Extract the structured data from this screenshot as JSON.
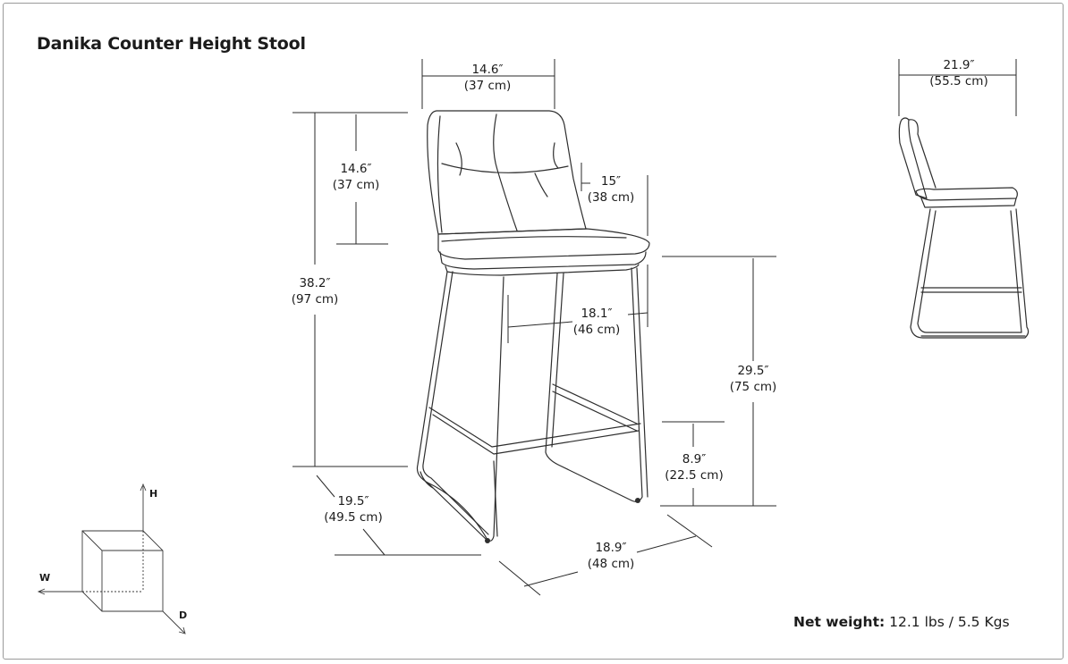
{
  "title": "Danika Counter Height Stool",
  "dimensions": {
    "overall_width": {
      "imperial": "14.6″",
      "metric": "(37 cm)"
    },
    "backrest_height": {
      "imperial": "14.6″",
      "metric": "(37 cm)"
    },
    "overall_height": {
      "imperial": "38.2″",
      "metric": "(97 cm)"
    },
    "seat_depth": {
      "imperial": "15″",
      "metric": "(38 cm)"
    },
    "seat_width": {
      "imperial": "18.1″",
      "metric": "(46 cm)"
    },
    "seat_height": {
      "imperial": "29.5″",
      "metric": "(75 cm)"
    },
    "footrest_height": {
      "imperial": "8.9″",
      "metric": "(22.5 cm)"
    },
    "base_width": {
      "imperial": "19.5″",
      "metric": "(49.5 cm)"
    },
    "base_depth": {
      "imperial": "18.9″",
      "metric": "(48 cm)"
    },
    "side_depth": {
      "imperial": "21.9″",
      "metric": "(55.5 cm)"
    }
  },
  "axes": {
    "h": "H",
    "w": "W",
    "d": "D"
  },
  "weight": {
    "label": "Net weight:",
    "value": "12.1 lbs / 5.5 Kgs"
  }
}
